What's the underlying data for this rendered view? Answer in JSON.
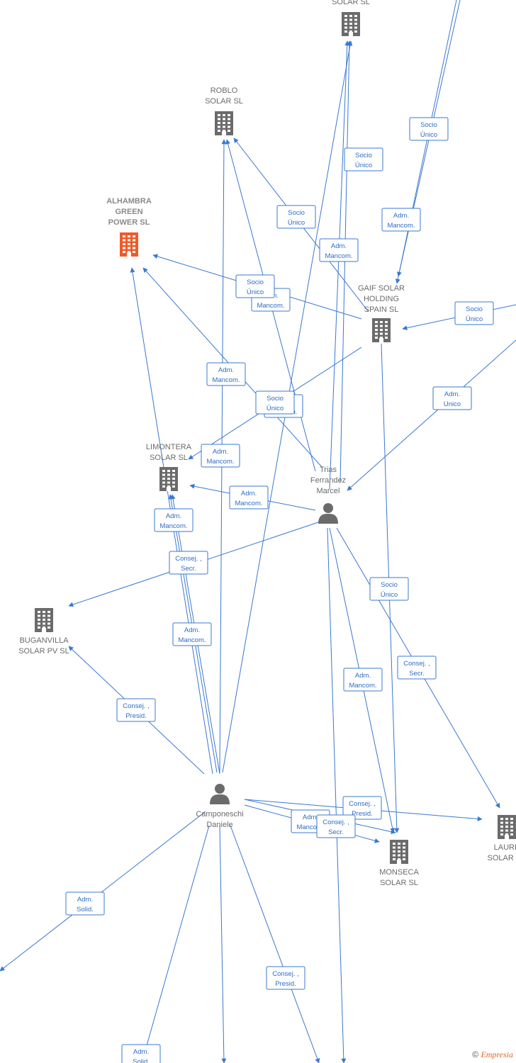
{
  "nodes": [
    {
      "id": "solar_top",
      "label": [
        "SOLAR SL"
      ],
      "type": "company",
      "color": "#6b6b6b"
    },
    {
      "id": "roblo",
      "label": [
        "ROBLO",
        "SOLAR SL"
      ],
      "type": "company",
      "color": "#6b6b6b"
    },
    {
      "id": "alhambra",
      "label": [
        "ALHAMBRA",
        "GREEN",
        "POWER SL"
      ],
      "type": "company",
      "color": "#f05a28",
      "main": true
    },
    {
      "id": "gaif",
      "label": [
        "GAIF SOLAR",
        "HOLDING",
        "SPAIN SL"
      ],
      "type": "company",
      "color": "#6b6b6b"
    },
    {
      "id": "limontera",
      "label": [
        "LIMONTERA",
        "SOLAR SL"
      ],
      "type": "company",
      "color": "#6b6b6b"
    },
    {
      "id": "trias",
      "label": [
        "Trias",
        "Ferrandez",
        "Marcel"
      ],
      "type": "person",
      "color": "#6b6b6b"
    },
    {
      "id": "buganvilla",
      "label": [
        "BUGANVILLA",
        "SOLAR PV SL"
      ],
      "type": "company",
      "color": "#6b6b6b"
    },
    {
      "id": "camponeschi",
      "label": [
        "Camponeschi",
        "Daniele"
      ],
      "type": "person",
      "color": "#6b6b6b"
    },
    {
      "id": "monseca",
      "label": [
        "MONSECA",
        "SOLAR SL"
      ],
      "type": "company",
      "color": "#6b6b6b"
    },
    {
      "id": "laure",
      "label": [
        "LAURE",
        "SOLAR PV"
      ],
      "type": "company",
      "color": "#6b6b6b"
    }
  ],
  "relations": [
    {
      "lines": [
        "Socio",
        "Único"
      ]
    },
    {
      "lines": [
        "Socio",
        "Único"
      ]
    },
    {
      "lines": [
        "Adm.",
        "Mancom."
      ]
    },
    {
      "lines": [
        "Socio",
        "Único"
      ]
    },
    {
      "lines": [
        "Adm.",
        "Mancom."
      ]
    },
    {
      "lines": [
        "Adm.",
        "Mancom."
      ]
    },
    {
      "lines": [
        "Socio",
        "Único"
      ]
    },
    {
      "lines": [
        "Socio",
        "Único"
      ]
    },
    {
      "lines": [
        "Adm.",
        "Mancom."
      ]
    },
    {
      "lines": [
        "Adm.",
        "Mancom."
      ]
    },
    {
      "lines": [
        "Socio",
        "Único"
      ]
    },
    {
      "lines": [
        "Adm.",
        "Unico"
      ]
    },
    {
      "lines": [
        "Adm.",
        "Mancom."
      ]
    },
    {
      "lines": [
        "Adm.",
        "Mancom."
      ]
    },
    {
      "lines": [
        "Adm.",
        "Mancom."
      ]
    },
    {
      "lines": [
        "Consej. ,",
        "Secr."
      ]
    },
    {
      "lines": [
        "Adm.",
        "Mancom."
      ]
    },
    {
      "lines": [
        "Socio",
        "Único"
      ]
    },
    {
      "lines": [
        "Consej. ,",
        "Secr."
      ]
    },
    {
      "lines": [
        "Adm.",
        "Mancom."
      ]
    },
    {
      "lines": [
        "Consej. ,",
        "Presid."
      ]
    },
    {
      "lines": [
        "Consej. ,",
        "Presid."
      ]
    },
    {
      "lines": [
        "Adm.",
        "Mancom."
      ]
    },
    {
      "lines": [
        "Consej. ,",
        "Secr."
      ]
    },
    {
      "lines": [
        "Adm.",
        "Solid."
      ]
    },
    {
      "lines": [
        "Consej. ,",
        "Presid."
      ]
    },
    {
      "lines": [
        "Adm.",
        "Solid."
      ]
    }
  ],
  "footer": {
    "copyright": "©",
    "brand": "Empresia"
  },
  "icons": {
    "company": "building-icon",
    "person": "person-icon"
  },
  "colors": {
    "edge": "#3a78d2",
    "main_company": "#f05a28",
    "node": "#6b6b6b"
  }
}
